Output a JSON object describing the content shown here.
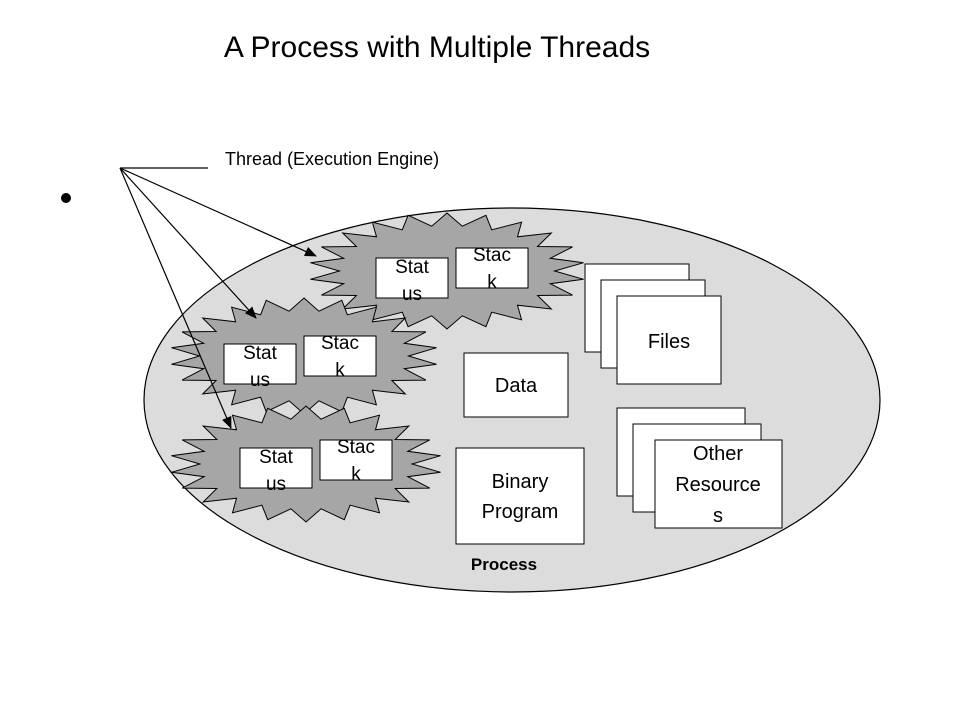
{
  "slide": {
    "title": "A Process with Multiple Threads",
    "legend_label": "Thread (Execution Engine)"
  },
  "process": {
    "label": "Process",
    "data_label": "Data",
    "binary_label": [
      "Binary",
      "Program"
    ],
    "files_label": "Files",
    "other_label": [
      "Other",
      "Resource",
      "s"
    ]
  },
  "threads": [
    {
      "status_lines": [
        "Stat",
        "us"
      ],
      "stack_lines": [
        "Stac",
        "k"
      ]
    },
    {
      "status_lines": [
        "Stat",
        "us"
      ],
      "stack_lines": [
        "Stac",
        "k"
      ]
    },
    {
      "status_lines": [
        "Stat",
        "us"
      ],
      "stack_lines": [
        "Stac",
        "k"
      ]
    }
  ],
  "colors": {
    "process_fill": "#dcdcdc",
    "thread_fill": "#a6a6a6",
    "box_fill": "#ffffff",
    "stroke": "#000000"
  }
}
